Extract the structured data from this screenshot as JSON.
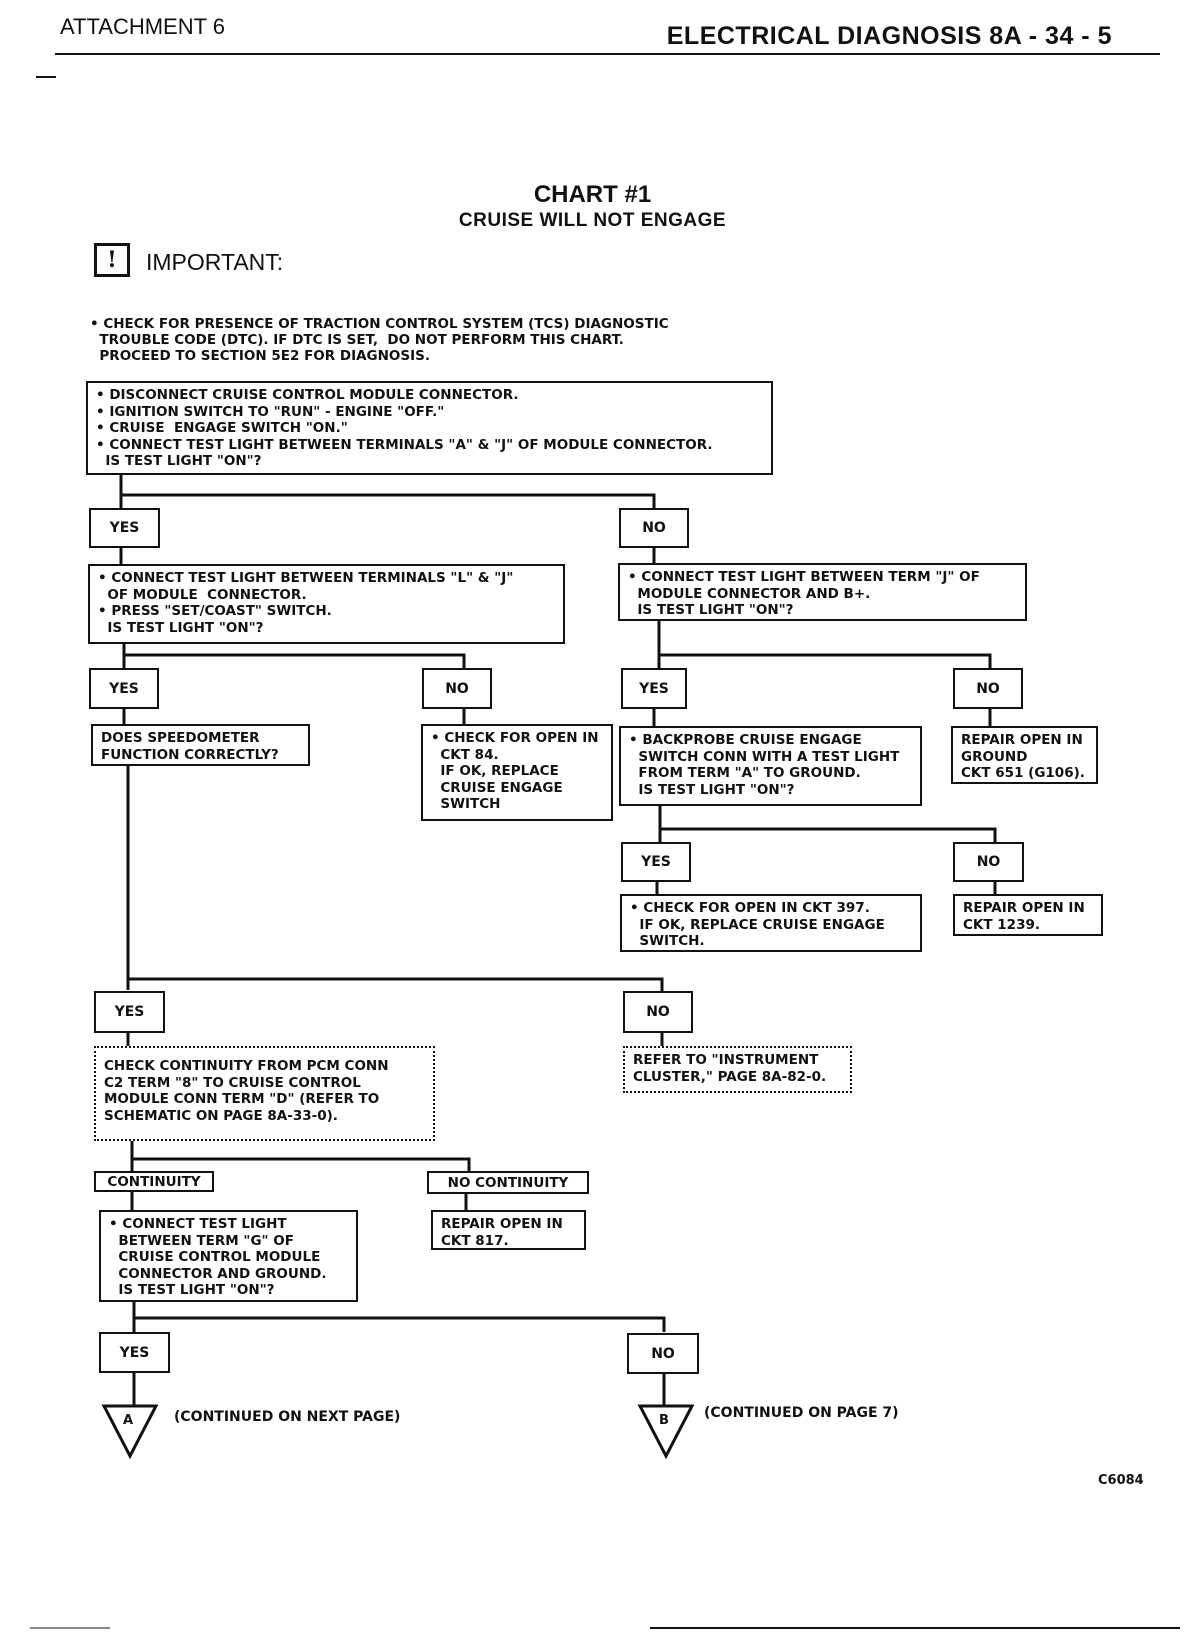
{
  "header": {
    "left": "ATTACHMENT 6",
    "right": "ELECTRICAL DIAGNOSIS  8A - 34 - 5"
  },
  "title": "CHART #1",
  "subtitle": "CRUISE WILL NOT ENGAGE",
  "important": {
    "icon": "exclamation-icon",
    "glyph": "!",
    "label": "IMPORTANT:"
  },
  "note": "• CHECK FOR PRESENCE OF TRACTION CONTROL SYSTEM (TCS) DIAGNOSTIC\n  TROUBLE CODE (DTC). IF DTC IS SET,  DO NOT PERFORM THIS CHART.\n  PROCEED TO SECTION 5E2 FOR DIAGNOSIS.",
  "boxes": {
    "step1": "• DISCONNECT CRUISE CONTROL MODULE CONNECTOR.\n• IGNITION SWITCH TO \"RUN\" - ENGINE \"OFF.\"\n• CRUISE  ENGAGE SWITCH \"ON.\"\n• CONNECT TEST LIGHT BETWEEN TERMINALS \"A\" & \"J\" OF MODULE CONNECTOR.\n  IS TEST LIGHT \"ON\"?",
    "step2_yes": "• CONNECT TEST LIGHT BETWEEN TERMINALS \"L\" & \"J\"\n  OF MODULE  CONNECTOR.\n• PRESS \"SET/COAST\" SWITCH.\n  IS TEST LIGHT \"ON\"?",
    "step2_no": "• CONNECT TEST LIGHT BETWEEN TERM \"J\" OF\n  MODULE CONNECTOR AND B+.\n  IS TEST LIGHT \"ON\"?",
    "speedo": "DOES SPEEDOMETER\nFUNCTION CORRECTLY?",
    "ckt84": "• CHECK FOR OPEN IN\n  CKT 84.\n  IF OK, REPLACE\n  CRUISE ENGAGE\n  SWITCH",
    "backprobe": "• BACKPROBE CRUISE ENGAGE\n  SWITCH CONN WITH A TEST LIGHT\n  FROM TERM \"A\" TO GROUND.\n  IS TEST LIGHT \"ON\"?",
    "repair651": "REPAIR OPEN IN\nGROUND\nCKT 651 (G106).",
    "ckt397": "• CHECK FOR OPEN IN CKT 397.\n  IF OK, REPLACE CRUISE ENGAGE\n  SWITCH.",
    "repair1239": "REPAIR OPEN IN\nCKT 1239.",
    "continuity": "CHECK CONTINUITY FROM PCM CONN\nC2 TERM \"8\" TO CRUISE CONTROL\nMODULE CONN TERM \"D\" (REFER TO\nSCHEMATIC ON PAGE 8A-33-0).",
    "cluster": "REFER TO \"INSTRUMENT\nCLUSTER,\" PAGE 8A-82-0.",
    "termg": "• CONNECT TEST LIGHT\n  BETWEEN TERM \"G\" OF\n  CRUISE CONTROL MODULE\n  CONNECTOR AND GROUND.\n  IS TEST LIGHT \"ON\"?",
    "repair817": "REPAIR OPEN IN\nCKT 817."
  },
  "labels": {
    "yes": "YES",
    "no": "NO",
    "continuity": "CONTINUITY",
    "no_continuity": "NO CONTINUITY"
  },
  "connectors": {
    "a": {
      "letter": "A",
      "text": "(CONTINUED ON NEXT PAGE)"
    },
    "b": {
      "letter": "B",
      "text": "(CONTINUED ON PAGE 7)"
    }
  },
  "figure_code": "C6084"
}
